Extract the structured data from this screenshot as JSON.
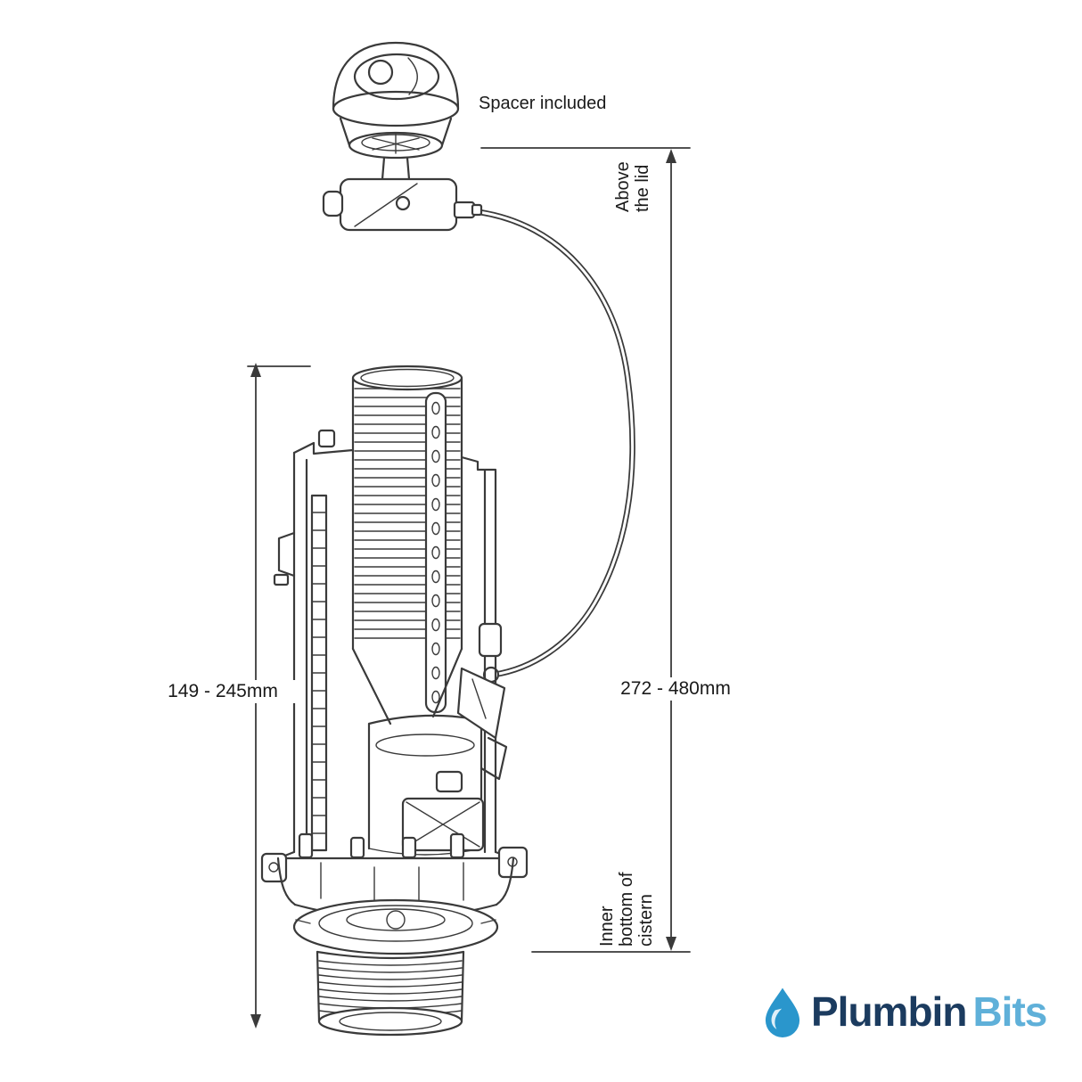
{
  "annotations": {
    "spacer": "Spacer included",
    "above_lid_line1": "Above",
    "above_lid_line2": "the lid",
    "left_dimension": "149 - 245mm",
    "right_dimension": "272 - 480mm",
    "inner_bottom_line1": "Inner",
    "inner_bottom_line2": "bottom of",
    "inner_bottom_line3": "cistern"
  },
  "logo": {
    "part1": "Plumbin",
    "part2": "Bits"
  },
  "colors": {
    "line": "#3a3a3a",
    "text": "#1a1a1a",
    "logo_dark": "#1b3b5f",
    "logo_light": "#5fb0d9",
    "drop": "#2a96cc"
  }
}
